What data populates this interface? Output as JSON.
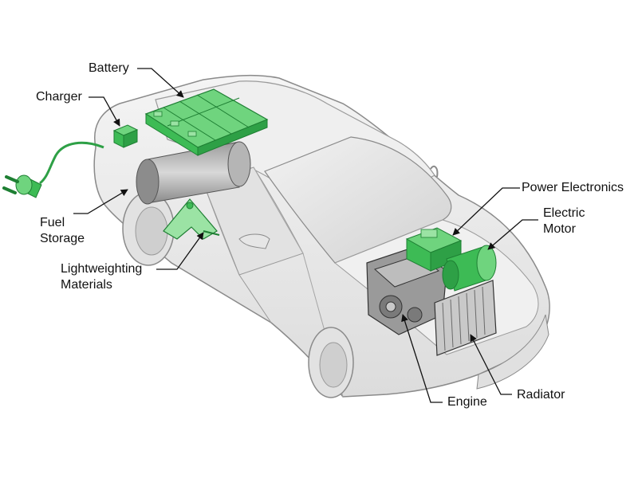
{
  "diagram": {
    "labels": {
      "battery": "Battery",
      "charger": "Charger",
      "fuel_storage": [
        "Fuel",
        "Storage"
      ],
      "lightweighting_materials": [
        "Lightweighting",
        "Materials"
      ],
      "power_electronics": "Power Electronics",
      "electric_motor": [
        "Electric",
        "Motor"
      ],
      "engine": "Engine",
      "radiator": "Radiator"
    },
    "colors": {
      "component_green": "#3dbb55",
      "component_green_light": "#9be3a4",
      "component_green_dark": "#1e7f33",
      "body_gray": "#e9e9e9",
      "line_gray": "#7a7a7a",
      "leader_black": "#111111"
    }
  }
}
